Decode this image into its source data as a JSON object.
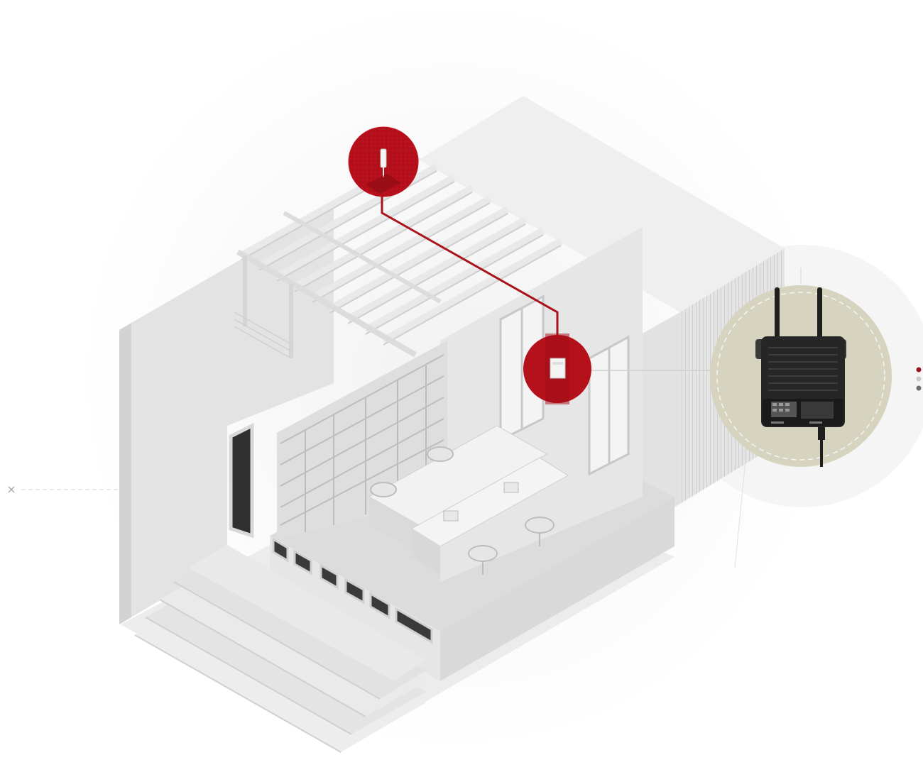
{
  "diagram": {
    "marker_outdoor_antenna": {
      "icon": "outdoor-antenna-icon",
      "color": "#b5111b"
    },
    "marker_indoor_unit": {
      "icon": "signal-booster-unit-icon",
      "color": "#b5111b"
    },
    "cable": {
      "color": "#a9141c"
    },
    "zoom_detail": {
      "icon": "signal-booster-device-icon",
      "background": "#d6d3bf"
    },
    "pagination": {
      "dots": [
        {
          "name": "dot-1",
          "color": "#9b1520",
          "active": true
        },
        {
          "name": "dot-2",
          "color": "#c9c9c9",
          "active": false
        },
        {
          "name": "dot-3",
          "color": "#6e6e6e",
          "active": false
        }
      ]
    },
    "left_hint_icon": "small-cross-icon"
  }
}
